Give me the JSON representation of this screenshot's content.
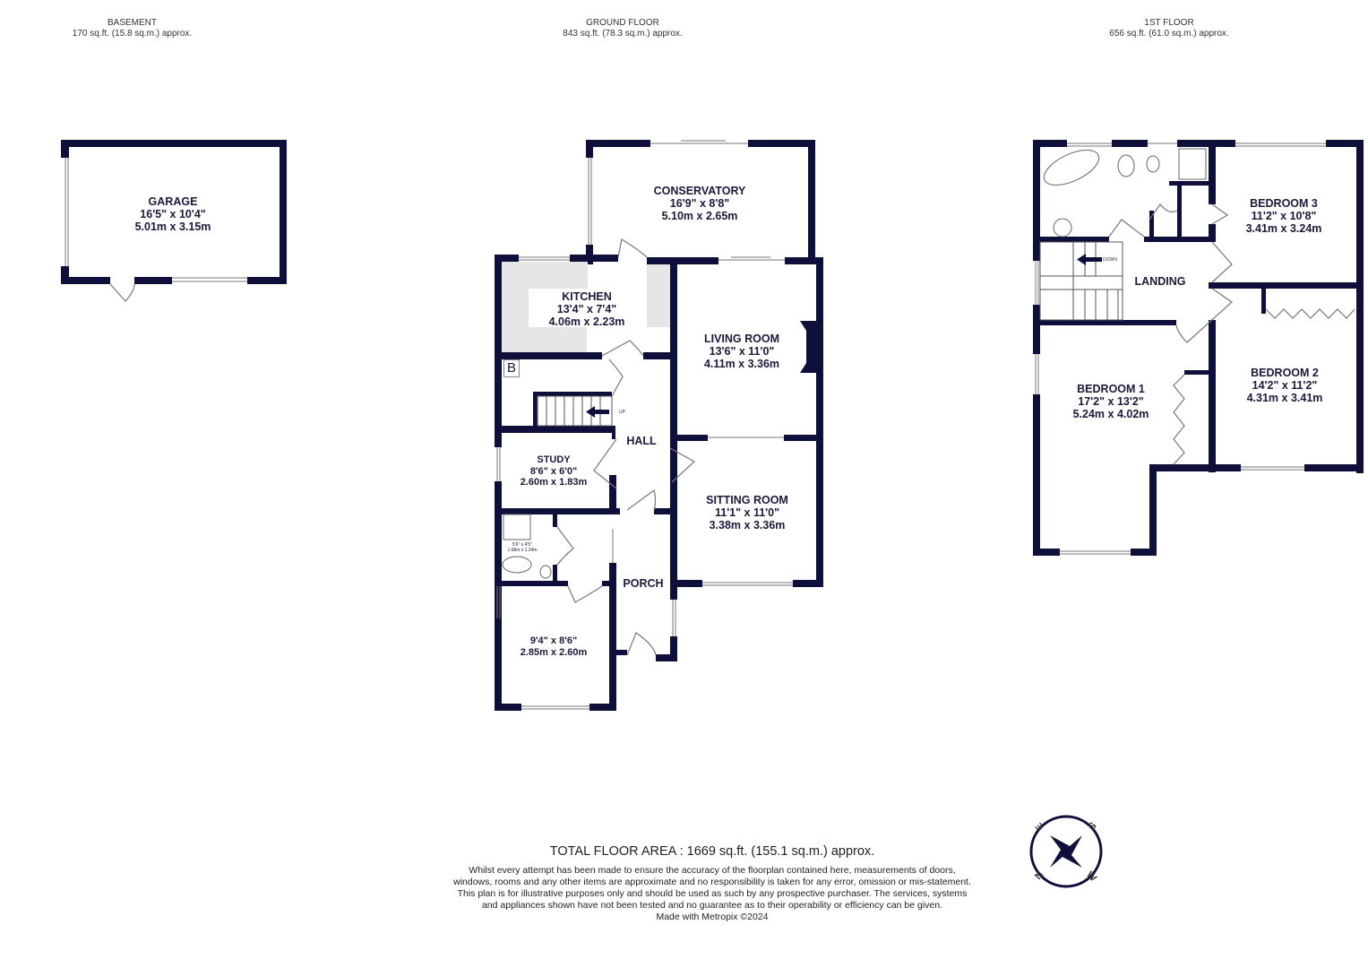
{
  "floors": {
    "basement": {
      "title": "BASEMENT",
      "area": "170 sq.ft. (15.8 sq.m.) approx."
    },
    "ground": {
      "title": "GROUND FLOOR",
      "area": "843 sq.ft. (78.3 sq.m.) approx."
    },
    "first": {
      "title": "1ST FLOOR",
      "area": "656 sq.ft. (61.0 sq.m.) approx."
    }
  },
  "rooms": {
    "garage": {
      "name": "GARAGE",
      "imperial": "16'5\"  x 10'4\"",
      "metric": "5.01m  x 3.15m"
    },
    "conservatory": {
      "name": "CONSERVATORY",
      "imperial": "16'9\"  x 8'8\"",
      "metric": "5.10m  x 2.65m"
    },
    "kitchen": {
      "name": "KITCHEN",
      "imperial": "13'4\"  x 7'4\"",
      "metric": "4.06m  x 2.23m"
    },
    "living_room": {
      "name": "LIVING ROOM",
      "imperial": "13'6\"  x 11'0\"",
      "metric": "4.11m  x 3.36m"
    },
    "hall": {
      "name": "HALL"
    },
    "study": {
      "name": "STUDY",
      "imperial": "8'6\"  x 6'0\"",
      "metric": "2.60m  x 1.83m"
    },
    "sitting_room": {
      "name": "SITTING ROOM",
      "imperial": "11'1\"  x 11'0\"",
      "metric": "3.38m  x 3.36m"
    },
    "wc": {
      "imperial": "5'6\" x 4'5\"",
      "metric": "1.68m x 1.34m"
    },
    "front_room": {
      "imperial": "9'4\"  x 8'6\"",
      "metric": "2.85m  x 2.60m"
    },
    "porch": {
      "name": "PORCH"
    },
    "bedroom3": {
      "name": "BEDROOM 3",
      "imperial": "11'2\"  x 10'8\"",
      "metric": "3.41m  x 3.24m"
    },
    "landing": {
      "name": "LANDING"
    },
    "bedroom1": {
      "name": "BEDROOM 1",
      "imperial": "17'2\"  x 13'2\"",
      "metric": "5.24m  x 4.02m"
    },
    "bedroom2": {
      "name": "BEDROOM 2",
      "imperial": "14'2\"  x 11'2\"",
      "metric": "4.31m  x 3.41m"
    }
  },
  "annotations": {
    "boiler": "B",
    "stairs_up": "UP",
    "stairs_down": "DOWN"
  },
  "compass": {
    "n": "N",
    "e": "E",
    "s": "S",
    "w": "W"
  },
  "footer": {
    "total": "TOTAL FLOOR AREA : 1669 sq.ft. (155.1 sq.m.) approx.",
    "disclaimer": "Whilst every attempt has been made to ensure the accuracy of the floorplan contained here, measurements of doors, windows, rooms and any other items are approximate and no responsibility is taken for any error, omission or mis-statement. This plan is for illustrative purposes only and should be used as such by any prospective purchaser. The services, systems and appliances shown have not been tested and no guarantee as to their operability or efficiency can be given.",
    "credit": "Made with Metropix ©2024"
  },
  "colors": {
    "wall": "#0f0f3c",
    "kitchen_fill": "#e6e6e6",
    "text": "#1a1a3a"
  }
}
